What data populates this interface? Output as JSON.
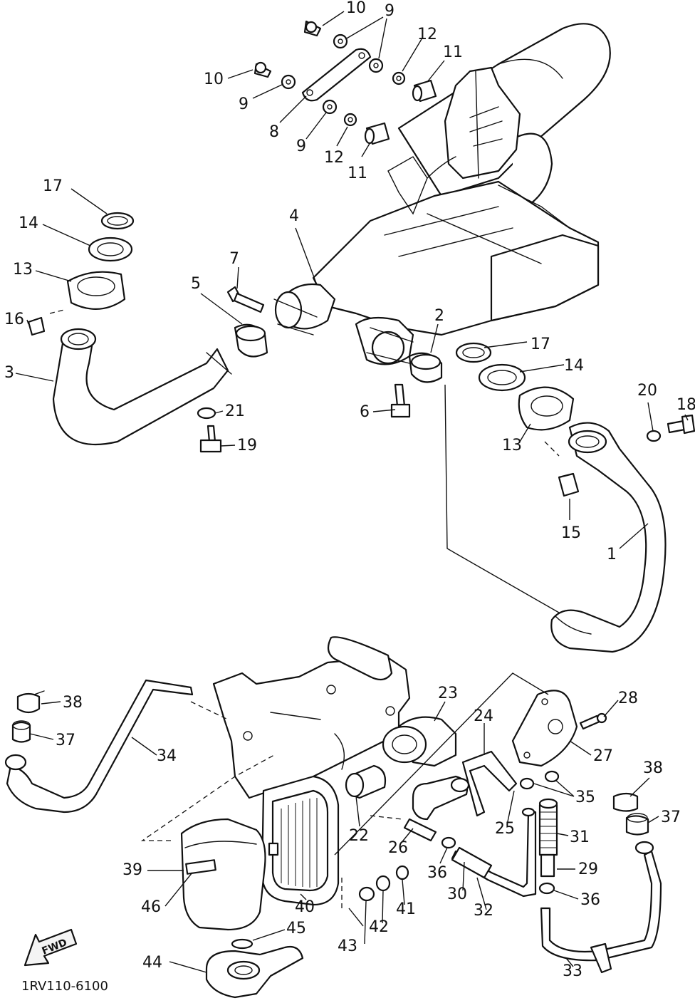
{
  "diagram": {
    "drawing_code": "1RV110-6100",
    "direction_label": "FWD",
    "callouts": [
      "10",
      "9",
      "10",
      "9",
      "12",
      "11",
      "8",
      "9",
      "12",
      "11",
      "17",
      "14",
      "13",
      "16",
      "3",
      "7",
      "5",
      "4",
      "2",
      "17",
      "14",
      "21",
      "19",
      "6",
      "20",
      "18",
      "13",
      "15",
      "1",
      "23",
      "24",
      "28",
      "38",
      "37",
      "34",
      "27",
      "35",
      "38",
      "37",
      "22",
      "25",
      "31",
      "26",
      "36",
      "29",
      "30",
      "32",
      "36",
      "39",
      "40",
      "46",
      "43",
      "42",
      "41",
      "45",
      "44",
      "33"
    ]
  }
}
